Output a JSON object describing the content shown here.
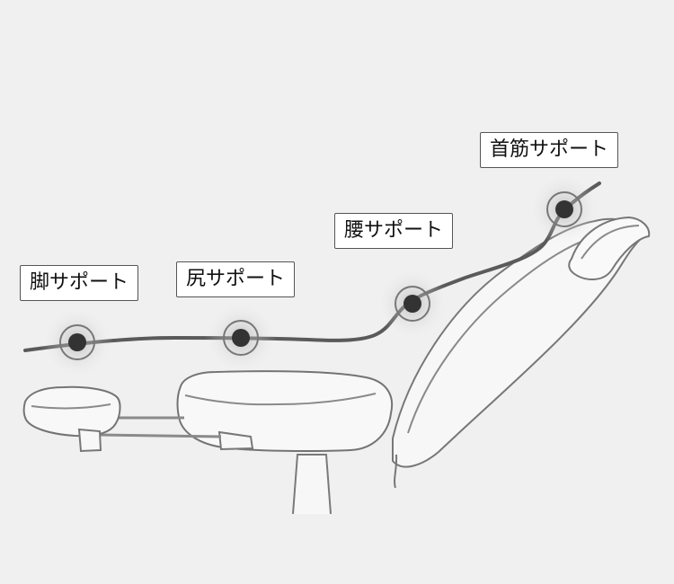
{
  "labels": {
    "leg": "脚サポート",
    "hip": "尻サポート",
    "lumbar": "腰サポート",
    "neck": "首筋サポート"
  },
  "colors": {
    "background": "#f0f0f0",
    "outline": "#6f6f6f",
    "support_line": "#555555",
    "dot": "#333333"
  }
}
